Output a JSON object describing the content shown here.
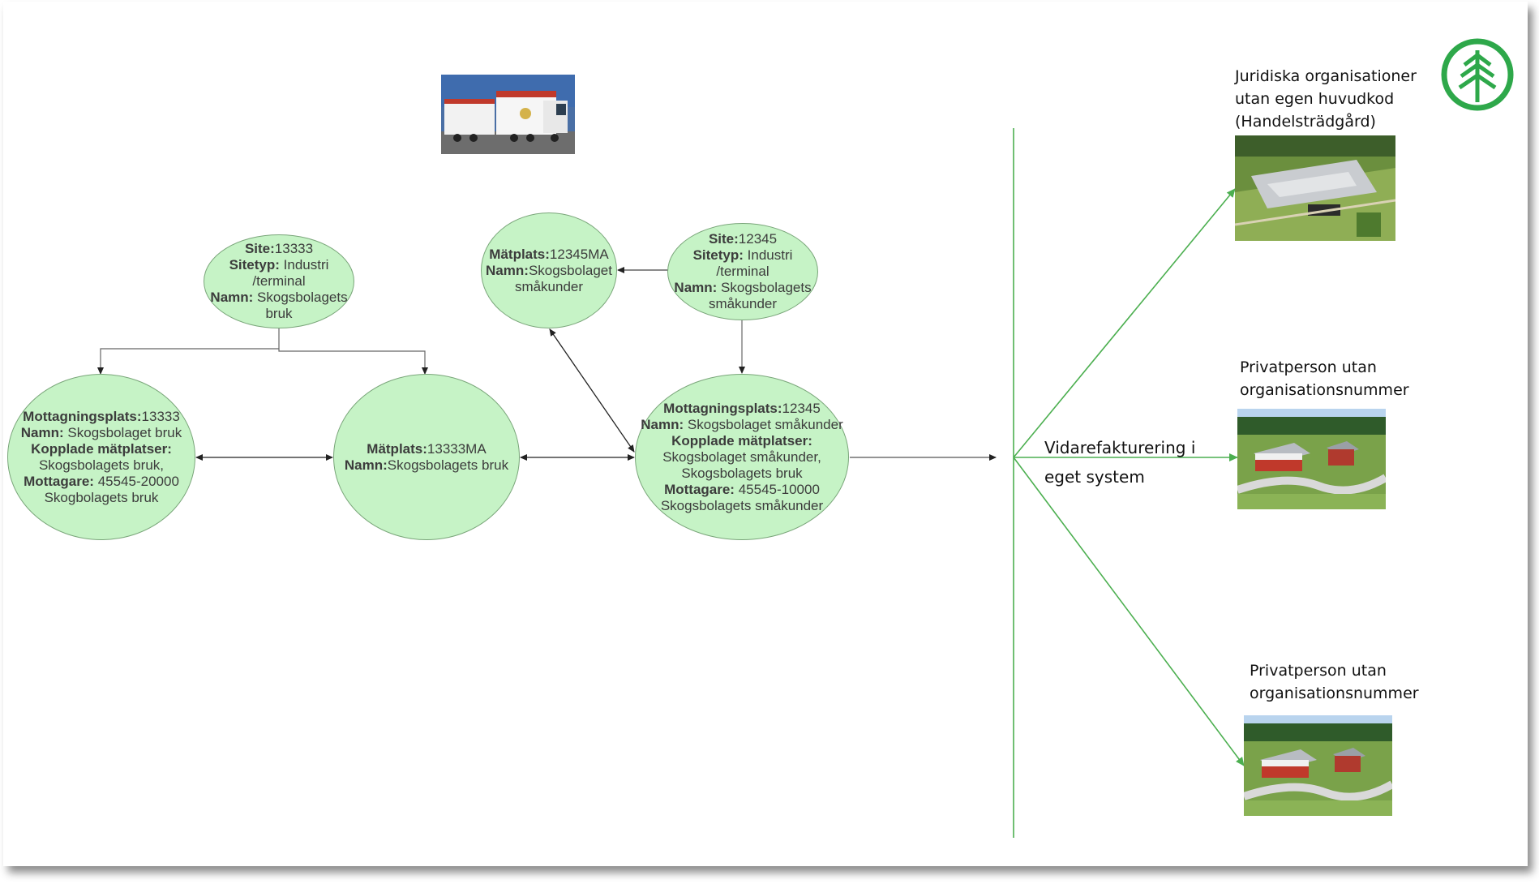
{
  "nodes": {
    "site13333": {
      "l1_key": "Site:",
      "l1_val": "13333",
      "l2_key": "Sitetyp:",
      "l2_val": " Industri",
      "l3_val": "/terminal",
      "l4_key": "Namn:",
      "l4_val": " Skogsbolagets",
      "l5_val": "bruk"
    },
    "mottag13333": {
      "l1_key": "Mottagningsplats:",
      "l1_val": "13333",
      "l2_key": "Namn:",
      "l2_val": " Skogsbolaget bruk",
      "l3_key": "Kopplade mätplatser:",
      "l4_val": "Skogsbolagets bruk,",
      "l5_key": "Mottagare:",
      "l5_val": "  45545-20000",
      "l6_val": "Skogbolagets bruk"
    },
    "matplats13333": {
      "l1_key": "Mätplats:",
      "l1_val": "13333MA",
      "l2_key": "Namn:",
      "l2_val": "Skogsbolagets bruk"
    },
    "matplats12345": {
      "l1_key": "Mätplats:",
      "l1_val": "12345MA",
      "l2_key": "Namn:",
      "l2_val": "Skogsbolaget",
      "l3_val": "småkunder"
    },
    "site12345": {
      "l1_key": "Site:",
      "l1_val": "12345",
      "l2_key": "Sitetyp:",
      "l2_val": " Industri",
      "l3_val": "/terminal",
      "l4_key": "Namn:",
      "l4_val": " Skogsbolagets",
      "l5_val": "småkunder"
    },
    "mottag12345": {
      "l1_key": "Mottagningsplats:",
      "l1_val": "12345",
      "l2_key": "Namn:",
      "l2_val": " Skogsbolaget småkunder",
      "l3_key": "Kopplade mätplatser:",
      "l4_val": "Skogsbolaget småkunder,",
      "l5_val": "Skogsbolagets bruk",
      "l6_key": "Mottagare:",
      "l6_val": " 45545-10000",
      "l7_val": "Skogsbolagets småkunder"
    }
  },
  "right_labels": {
    "vidarefakturering_1": "Vidarefakturering  i",
    "vidarefakturering_2": "eget system",
    "juridiska_1": "Juridiska organisationer",
    "juridiska_2": " utan egen huvudkod",
    "juridiska_3": "(Handelsträdgård)",
    "privat1_1": "Privatperson utan",
    "privat1_2": "organisationsnummer",
    "privat2_1": "Privatperson utan",
    "privat2_2": "organisationsnummer"
  },
  "colors": {
    "node_fill": "#c6f3c6",
    "branch_green": "#4caf50",
    "logo_green": "#2ea84a"
  },
  "icons": {
    "truck": "truck-photo",
    "greenhouse": "greenhouse-aerial-photo",
    "farm1": "farm-aerial-photo",
    "farm2": "farm-aerial-photo",
    "logo": "tree-logo-icon"
  }
}
